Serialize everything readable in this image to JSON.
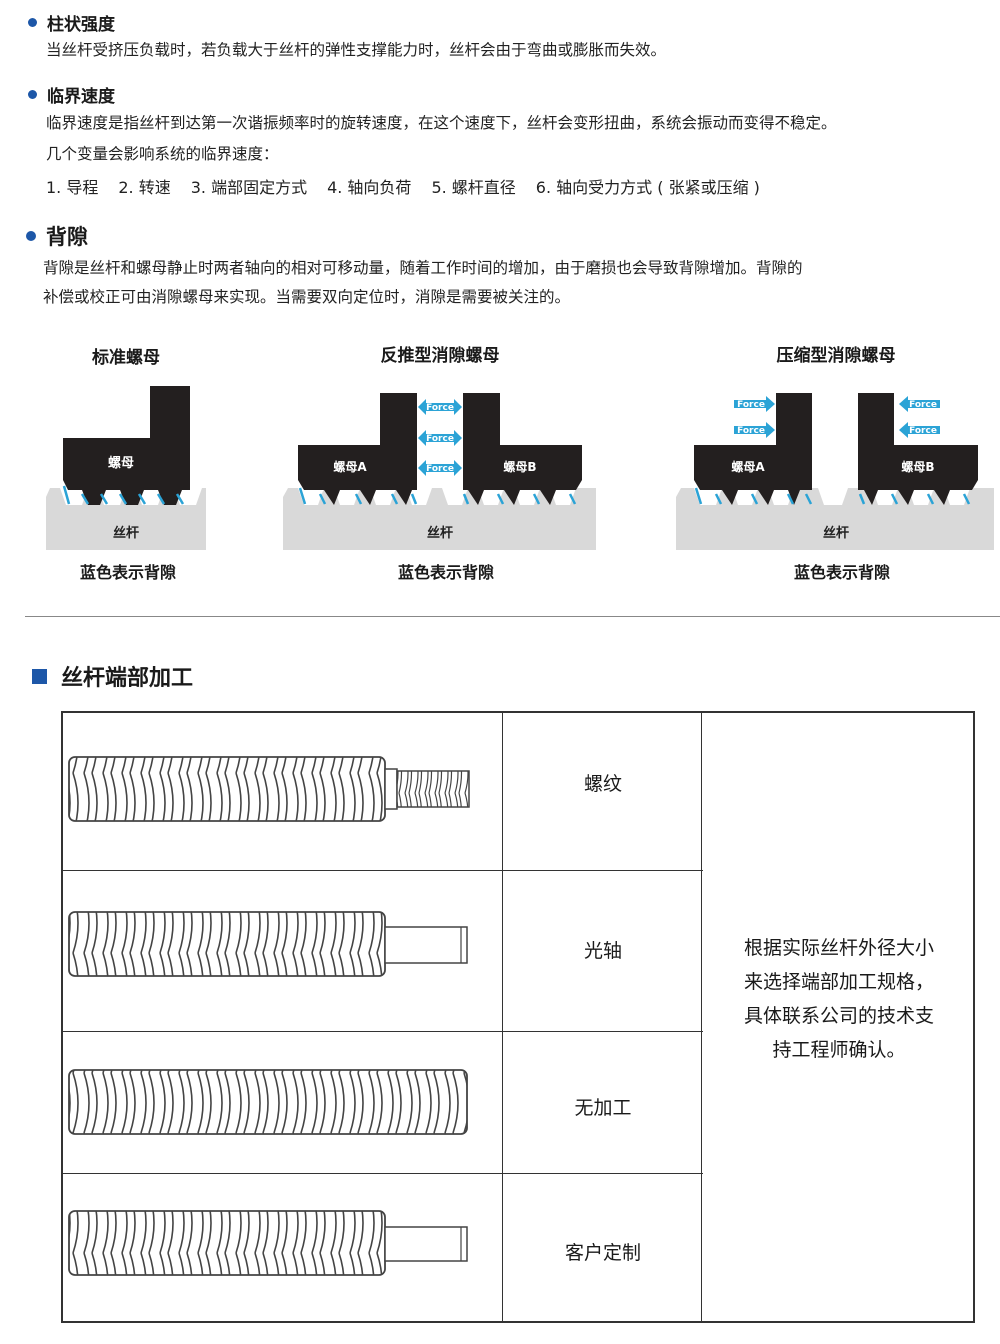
{
  "section1": {
    "heading": "柱状强度",
    "text": "当丝杆受挤压负载时，若负载大于丝杆的弹性支撑能力时，丝杆会由于弯曲或膨胀而失效。"
  },
  "section2": {
    "heading": "临界速度",
    "text1": "临界速度是指丝杆到达第一次谐振频率时的旋转速度，在这个速度下，丝杆会变形扭曲，系统会振动而变得不稳定。",
    "text2": "几个变量会影响系统的临界速度：",
    "variables": [
      "1. 导程",
      "2. 转速",
      "3. 端部固定方式",
      "4. 轴向负荷",
      "5. 螺杆直径",
      "6. 轴向受力方式 ( 张紧或压缩 )"
    ]
  },
  "section3": {
    "heading": "背隙",
    "line1": "背隙是丝杆和螺母静止时两者轴向的相对可移动量，随着工作时间的增加，由于磨损也会导致背隙增加。背隙的",
    "line2": "补偿或校正可由消隙螺母来实现。当需要双向定位时，消隙是需要被关注的。"
  },
  "diagrams": [
    {
      "title": "标准螺母",
      "nut_label": "螺母",
      "screw_label": "丝杆",
      "caption": "蓝色表示背隙"
    },
    {
      "title": "反推型消隙螺母",
      "nut_a": "螺母A",
      "nut_b": "螺母B",
      "screw_label": "丝杆",
      "force": "Force",
      "caption": "蓝色表示背隙"
    },
    {
      "title": "压缩型消隙螺母",
      "nut_a": "螺母A",
      "nut_b": "螺母B",
      "screw_label": "丝杆",
      "force": "Force",
      "caption": "蓝色表示背隙"
    }
  ],
  "colors": {
    "accent": "#1d57a8",
    "backlash": "#2ba3d6",
    "nut": "#231f1f",
    "screw": "#d7d7d7"
  },
  "section4": {
    "heading": "丝杆端部加工",
    "rows": [
      {
        "label": "螺纹"
      },
      {
        "label": "光轴"
      },
      {
        "label": "无加工"
      },
      {
        "label": "客户定制"
      }
    ],
    "note_lines": [
      "根据实际丝杆外径大小",
      "来选择端部加工规格，",
      "具体联系公司的技术支",
      "持工程师确认。"
    ]
  }
}
